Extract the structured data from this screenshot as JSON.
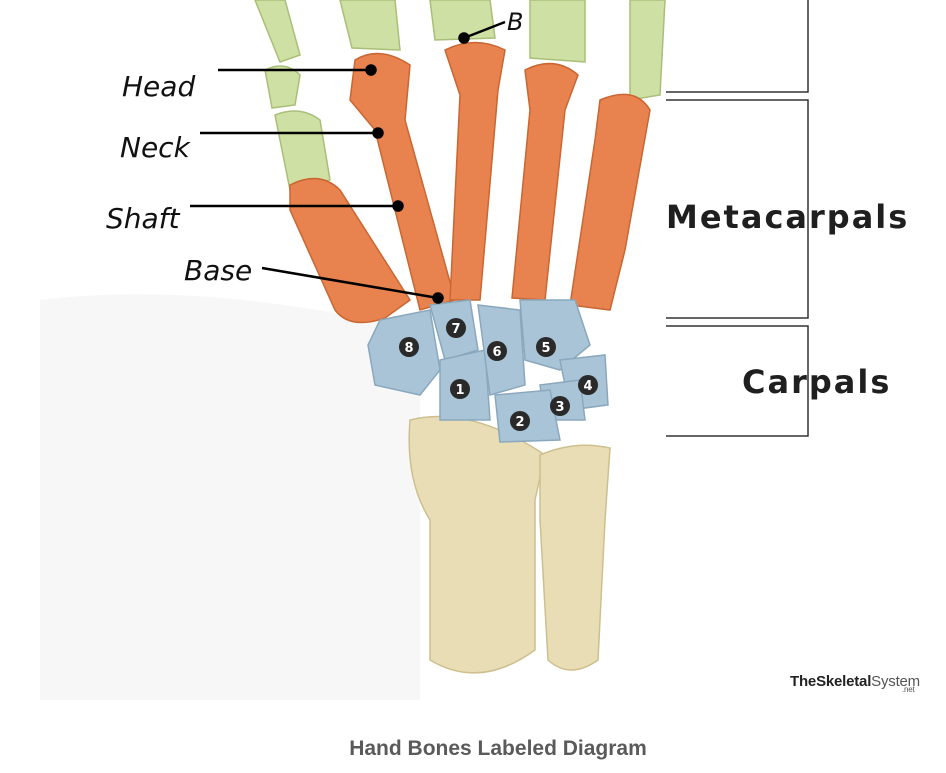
{
  "labels": {
    "head": "Head",
    "neck": "Neck",
    "shaft": "Shaft",
    "base": "Base",
    "b": "B"
  },
  "groups": {
    "metacarpals": "Metacarpals",
    "carpals": "Carpals"
  },
  "carpal_numbers": [
    "1",
    "2",
    "3",
    "4",
    "5",
    "6",
    "7",
    "8"
  ],
  "watermark": {
    "brand_bold": "TheSkeletal",
    "brand_thin": "System",
    "suffix": ".net"
  },
  "caption": "Hand Bones Labeled Diagram",
  "colors": {
    "metacarpal": "#e8834f",
    "phalanx": "#cfe0a4",
    "carpal": "#a9c4d6",
    "forearm": "#e8ddb5"
  }
}
